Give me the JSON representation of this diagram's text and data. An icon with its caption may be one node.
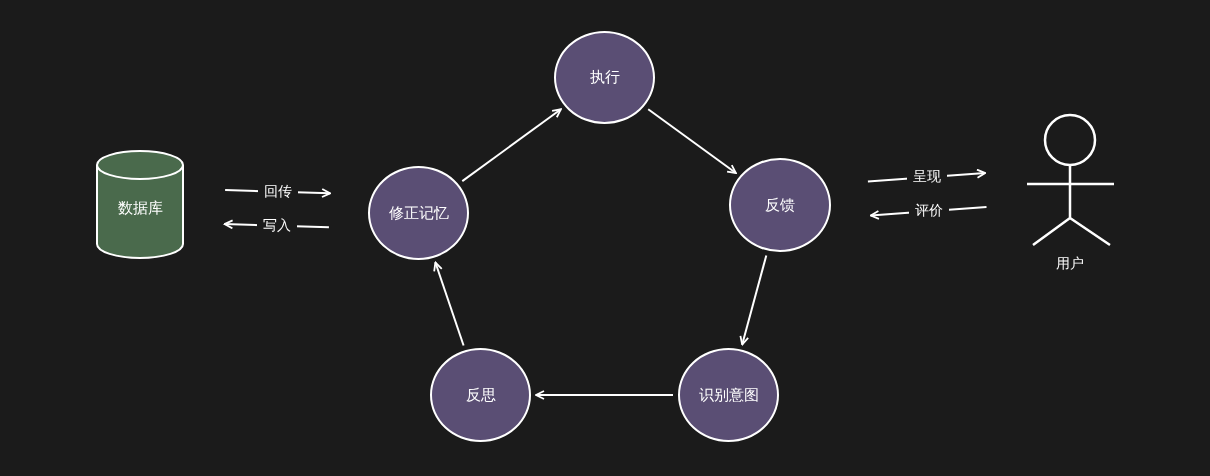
{
  "diagram": {
    "nodes": [
      {
        "text": [
          "执行"
        ]
      },
      {
        "text": [
          "数据库"
        ]
      },
      {
        "text": [
          "修正记忆"
        ]
      },
      {
        "text": [
          "反馈"
        ]
      },
      {
        "text": [
          "用户"
        ]
      },
      {
        "text": [
          "反思"
        ]
      },
      {
        "text": [
          "识别意图"
        ]
      }
    ],
    "edges": [
      {
        "from": 2,
        "to": 0,
        "arrow": "to"
      },
      {
        "from": 0,
        "to": 3,
        "arrow": "to"
      },
      {
        "from": 3,
        "to": 6,
        "arrow": "to"
      },
      {
        "from": 6,
        "to": 5,
        "arrow": "to"
      },
      {
        "from": 5,
        "to": 2,
        "arrow": "to"
      },
      {
        "from": 1,
        "to": 2,
        "arrow": "to",
        "label": "回传"
      },
      {
        "from": 2,
        "to": 1,
        "arrow": "to",
        "label": "写入"
      },
      {
        "from": 3,
        "to": 4,
        "arrow": "to",
        "label": "呈现"
      },
      {
        "from": 4,
        "to": 3,
        "arrow": "to",
        "label": "评价"
      }
    ]
  }
}
